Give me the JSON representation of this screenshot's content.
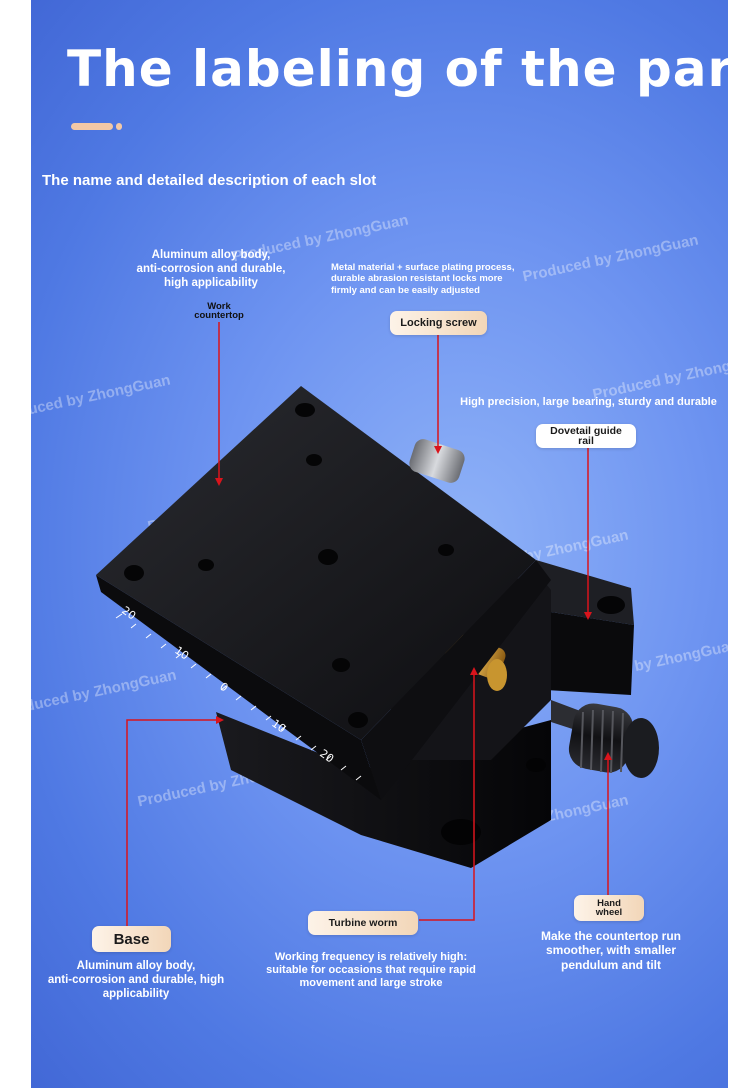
{
  "header": {
    "title": "The labeling of the part",
    "subtitle": "The name and detailed description of each slot"
  },
  "labels": {
    "work_countertop": {
      "tag": "Work\ncountertop",
      "description": "Aluminum alloy body,\nanti-corrosion and durable,\nhigh applicability"
    },
    "locking_screw": {
      "tag": "Locking screw",
      "description": "Metal material + surface plating process,\ndurable abrasion resistant locks more\nfirmly and can be easily adjusted"
    },
    "dovetail_guide_rail": {
      "tag": "Dovetail guide\nrail",
      "description": "High precision, large bearing, sturdy and durable"
    },
    "base": {
      "tag": "Base",
      "description": "Aluminum alloy body,\nanti-corrosion and durable, high\napplicability"
    },
    "turbine_worm": {
      "tag": "Turbine worm",
      "description": "Working frequency is relatively high:\nsuitable for occasions that require rapid\nmovement and large stroke"
    },
    "hand_wheel": {
      "tag": "Hand\nwheel",
      "description": "Make the countertop run\nsmoother, with smaller\npendulum and tilt"
    }
  },
  "scale": {
    "ticks": [
      "20",
      "10",
      "0",
      "10",
      "20"
    ]
  },
  "watermark": "Produced by ZhongGuan",
  "colors": {
    "background": "#5b82e8",
    "callout_line": "#d9141c",
    "tag_gradient_start": "#fdf3e8",
    "tag_gradient_end": "#f2d6b8",
    "text": "#ffffff"
  }
}
